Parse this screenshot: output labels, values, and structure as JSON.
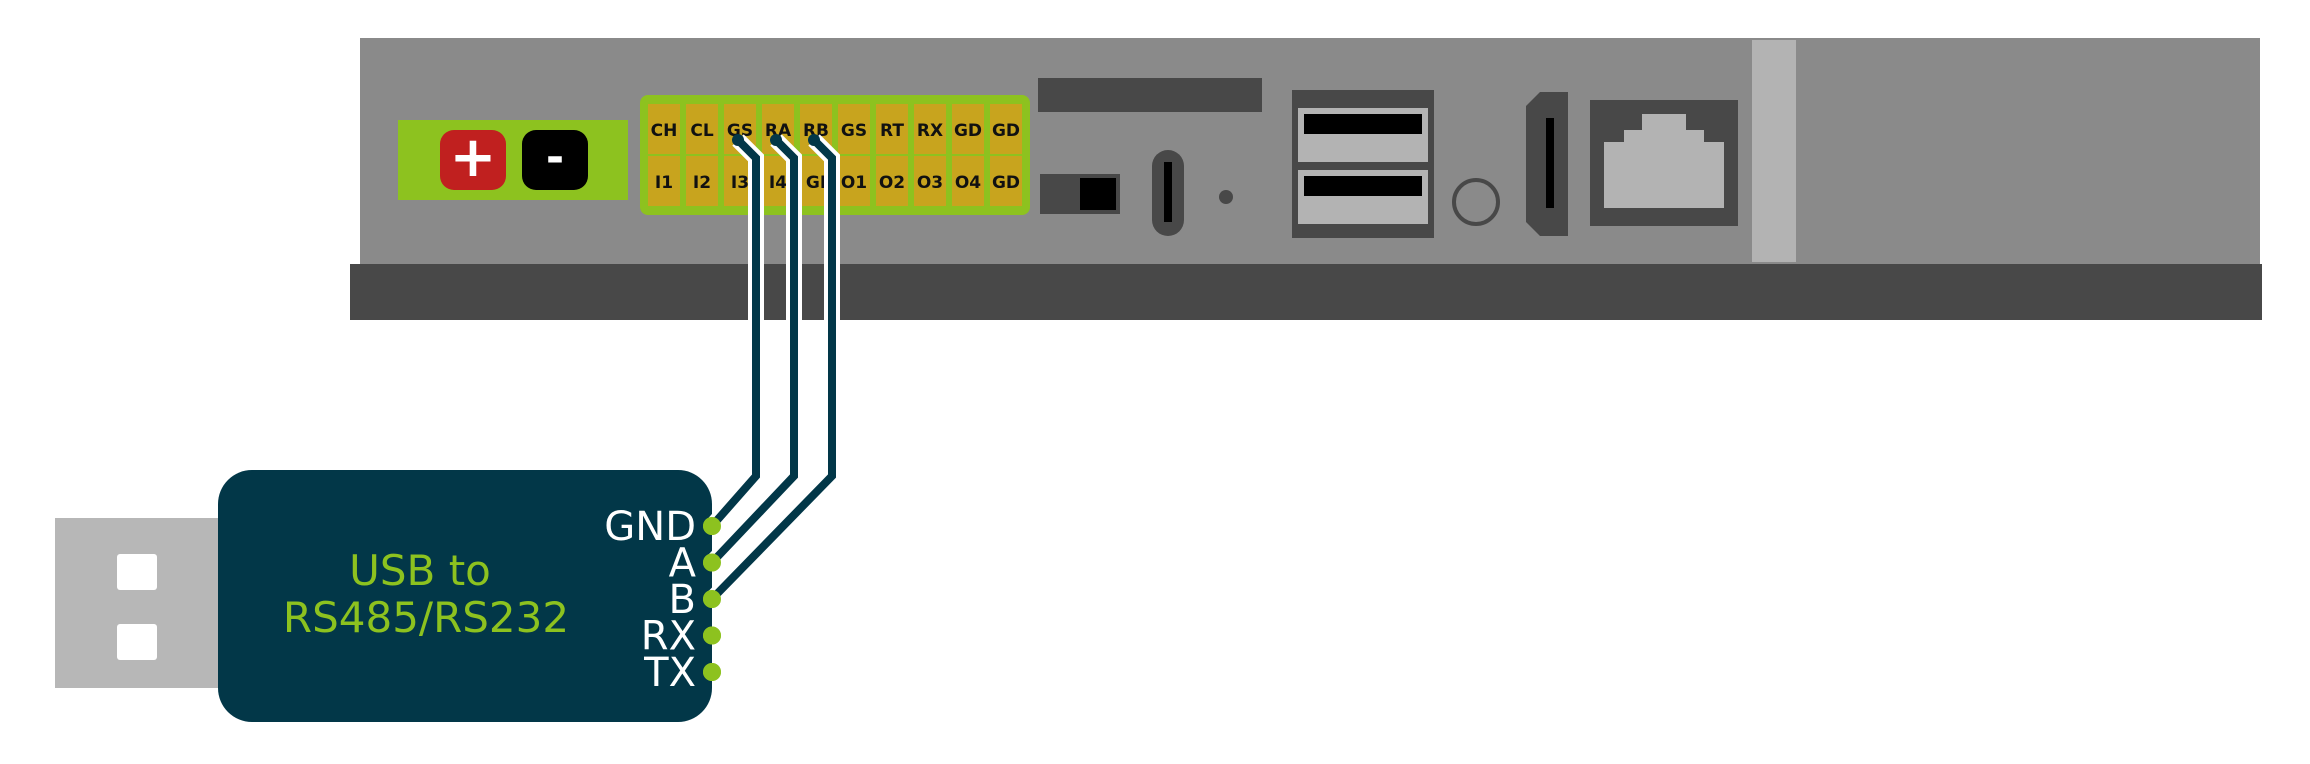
{
  "device": {
    "power": {
      "plus_label": "+",
      "minus_label": "-"
    },
    "terminals_top": [
      "CH",
      "CL",
      "GS",
      "RA",
      "RB",
      "GS",
      "RT",
      "RX",
      "GD",
      "GD"
    ],
    "terminals_bottom": [
      "I1",
      "I2",
      "I3",
      "I4",
      "GI",
      "O1",
      "O2",
      "O3",
      "O4",
      "GD"
    ]
  },
  "adapter": {
    "title_line1": "USB to",
    "title_line2": "RS485/RS232",
    "pins": [
      "GND",
      "A",
      "B",
      "RX",
      "TX"
    ]
  },
  "wiring": [
    {
      "from_terminal": "GS",
      "to_pin": "GND"
    },
    {
      "from_terminal": "RA",
      "to_pin": "A"
    },
    {
      "from_terminal": "RB",
      "to_pin": "B"
    }
  ],
  "colors": {
    "case": "#8a8a8a",
    "case_base": "#484848",
    "terminal_block": "#8dc21f",
    "terminal": "#c8a41e",
    "adapter_body": "#023748",
    "pin_dot": "#8dc21f",
    "wire": "#023748",
    "plus": "#c0201f",
    "minus": "#000000",
    "usb_plug": "#b7b7b7"
  }
}
